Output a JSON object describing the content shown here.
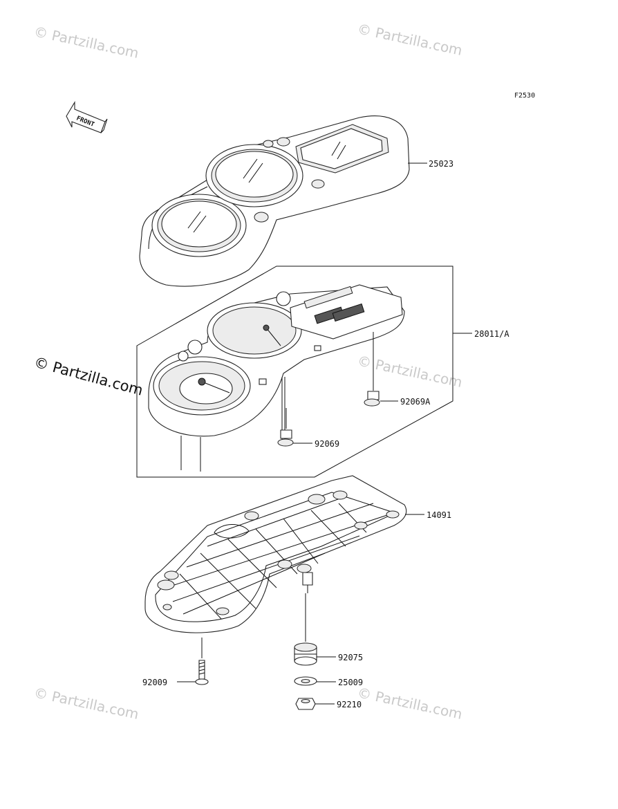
{
  "diagram": {
    "figure_code": "F2530",
    "front_label": "FRONT",
    "watermark": "© Partzilla.com",
    "parts": {
      "p25023": "25023",
      "p28011": "28011/A",
      "p92069A": "92069A",
      "p92069": "92069",
      "p14091": "14091",
      "p92075": "92075",
      "p25009": "25009",
      "p92009": "92009",
      "p92210": "92210"
    }
  }
}
